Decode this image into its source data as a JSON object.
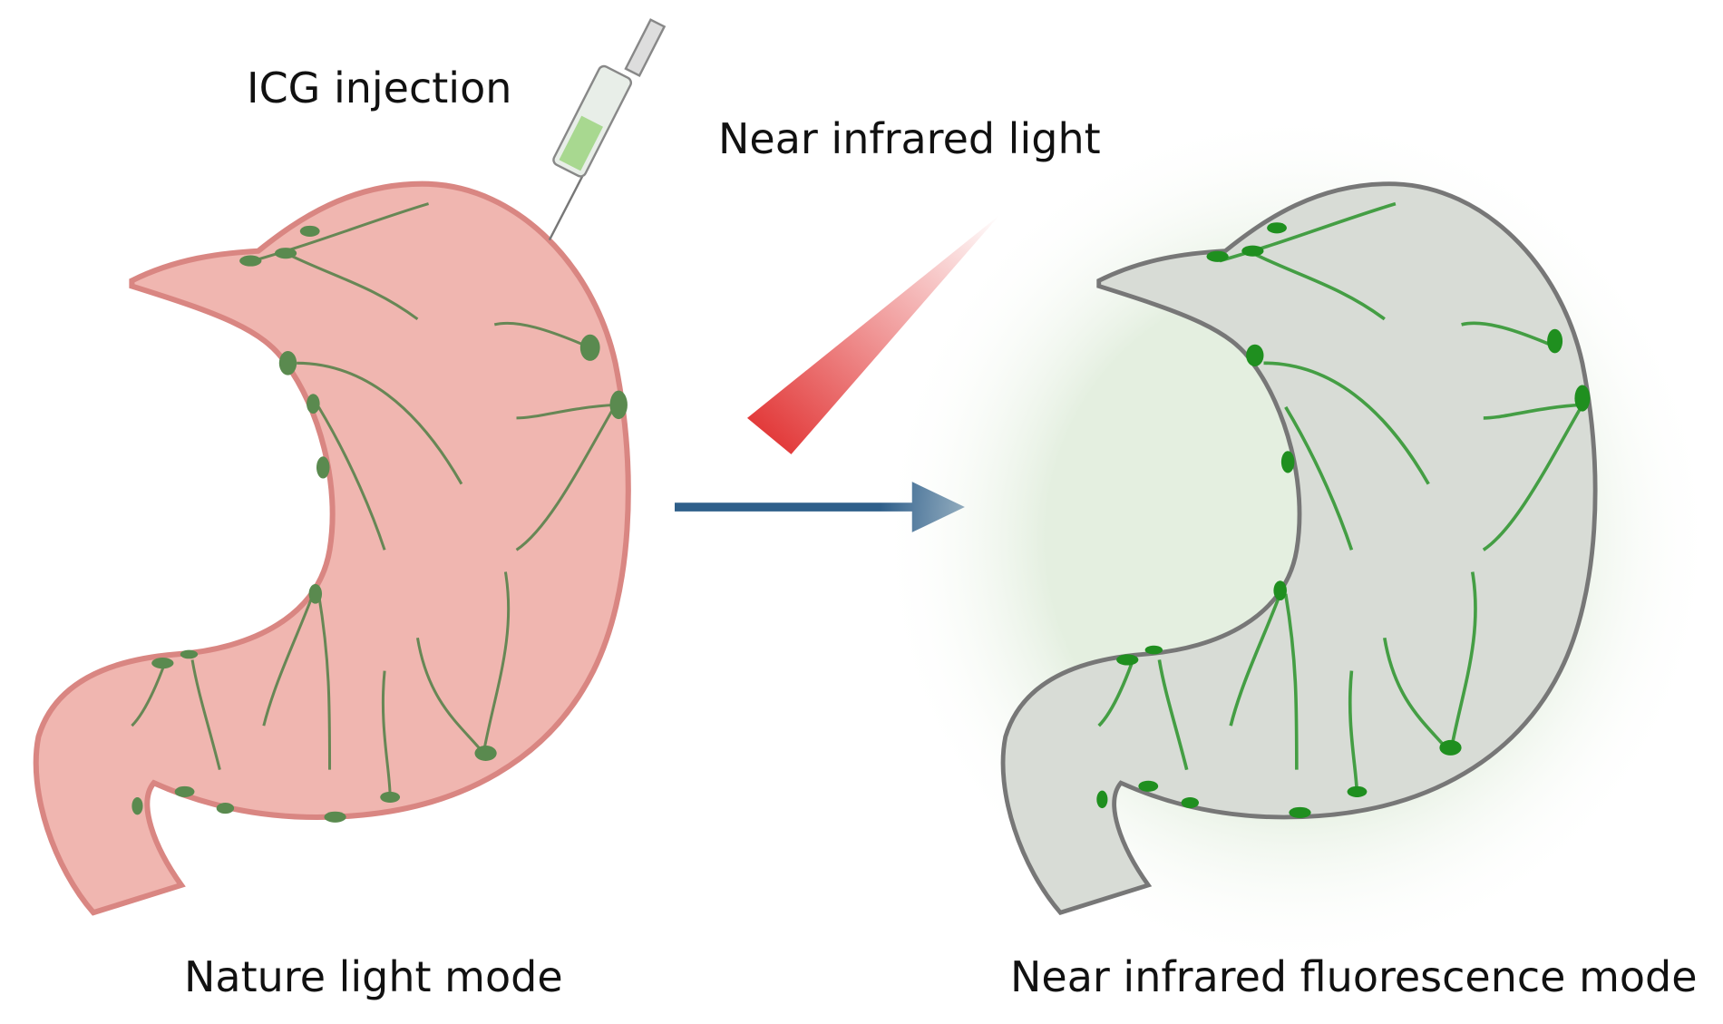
{
  "labels": {
    "injection": "ICG injection",
    "light": "Near infrared light",
    "left_mode": "Nature light mode",
    "right_mode": "Near infrared fluorescence mode"
  },
  "colors": {
    "stomach_fill": "#f0b6b0",
    "stomach_stroke": "#d98682",
    "fluor_fill": "#d8dcd6",
    "fluor_stroke": "#777777",
    "node_natural": "#5a8a4f",
    "node_fluor": "#1f8f1f",
    "arrow": "#2f5f8a",
    "beam": "#e03030"
  }
}
